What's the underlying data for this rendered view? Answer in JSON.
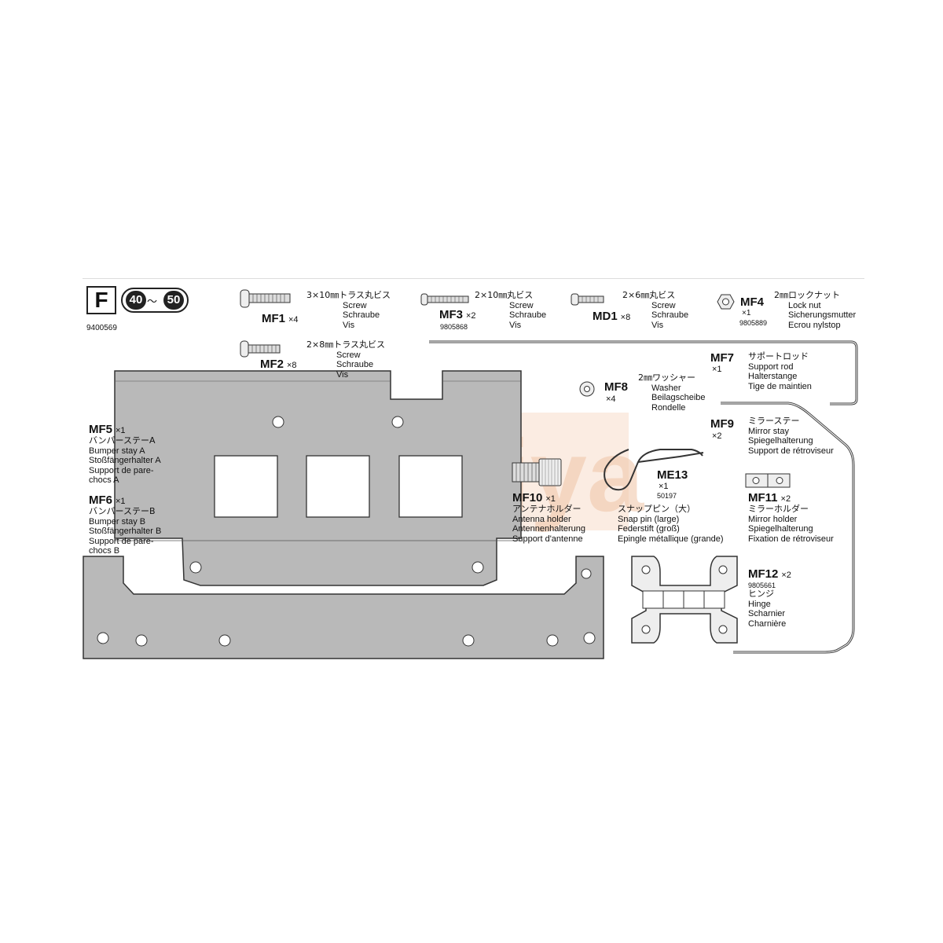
{
  "header": {
    "letter": "F",
    "step_start": "40",
    "step_sep": "〜",
    "step_end": "50",
    "part_number": "9400569"
  },
  "watermark": "Tamiya",
  "colors": {
    "plate_fill": "#b9b9b9",
    "plate_stroke": "#333333",
    "watermark": "#e8a070"
  },
  "parts": {
    "mf1": {
      "code": "MF1",
      "qty": "×4",
      "lines": [
        "3×10㎜トラス丸ビス",
        "Screw",
        "Schraube",
        "Vis"
      ]
    },
    "mf2": {
      "code": "MF2",
      "qty": "×8",
      "lines": [
        "2×8㎜トラス丸ビス",
        "Screw",
        "Schraube",
        "Vis"
      ]
    },
    "mf3": {
      "code": "MF3",
      "qty": "×2",
      "pn": "9805868",
      "lines": [
        "2×10㎜丸ビス",
        "Screw",
        "Schraube",
        "Vis"
      ]
    },
    "md1": {
      "code": "MD1",
      "qty": "×8",
      "lines": [
        "2×6㎜丸ビス",
        "Screw",
        "Schraube",
        "Vis"
      ]
    },
    "mf4": {
      "code": "MF4",
      "qty": "×1",
      "pn": "9805889",
      "lines": [
        "2㎜ロックナット",
        "Lock nut",
        "Sicherungsmutter",
        "Ecrou nylstop"
      ]
    },
    "mf7": {
      "code": "MF7",
      "qty": "×1",
      "lines": [
        "サポートロッド",
        "Support rod",
        "Halterstange",
        "Tige de maintien"
      ]
    },
    "mf8": {
      "code": "MF8",
      "qty": "×4",
      "lines": [
        "2㎜ワッシャー",
        "Washer",
        "Beilagscheibe",
        "Rondelle"
      ]
    },
    "mf9": {
      "code": "MF9",
      "qty": "×2",
      "lines": [
        "ミラーステー",
        "Mirror stay",
        "Spiegelhalterung",
        "Support de rétroviseur"
      ]
    },
    "mf5": {
      "code": "MF5",
      "qty": "×1",
      "lines": [
        "バンパーステーA",
        "Bumper stay A",
        "Stoßfängerhalter A",
        "Support de pare-",
        "chocs A"
      ]
    },
    "mf6": {
      "code": "MF6",
      "qty": "×1",
      "lines": [
        "バンパーステーB",
        "Bumper stay B",
        "Stoßfängerhalter B",
        "Support de pare-",
        "chocs B"
      ]
    },
    "me13": {
      "code": "ME13",
      "qty": "×1",
      "pn": "50197",
      "lines": [
        "スナップピン（大）",
        "Snap pin (large)",
        "Federstift (groß)",
        "Epingle métallique (grande)"
      ]
    },
    "mf10": {
      "code": "MF10",
      "qty": "×1",
      "lines": [
        "アンテナホルダー",
        "Antenna holder",
        "Antennenhalterung",
        "Support d'antenne"
      ]
    },
    "mf11": {
      "code": "MF11",
      "qty": "×2",
      "lines": [
        "ミラーホルダー",
        "Mirror holder",
        "Spiegelhalterung",
        "Fixation de rétroviseur"
      ]
    },
    "mf12": {
      "code": "MF12",
      "qty": "×2",
      "pn": "9805661",
      "lines": [
        "ヒンジ",
        "Hinge",
        "Scharnier",
        "Charnière"
      ]
    }
  }
}
